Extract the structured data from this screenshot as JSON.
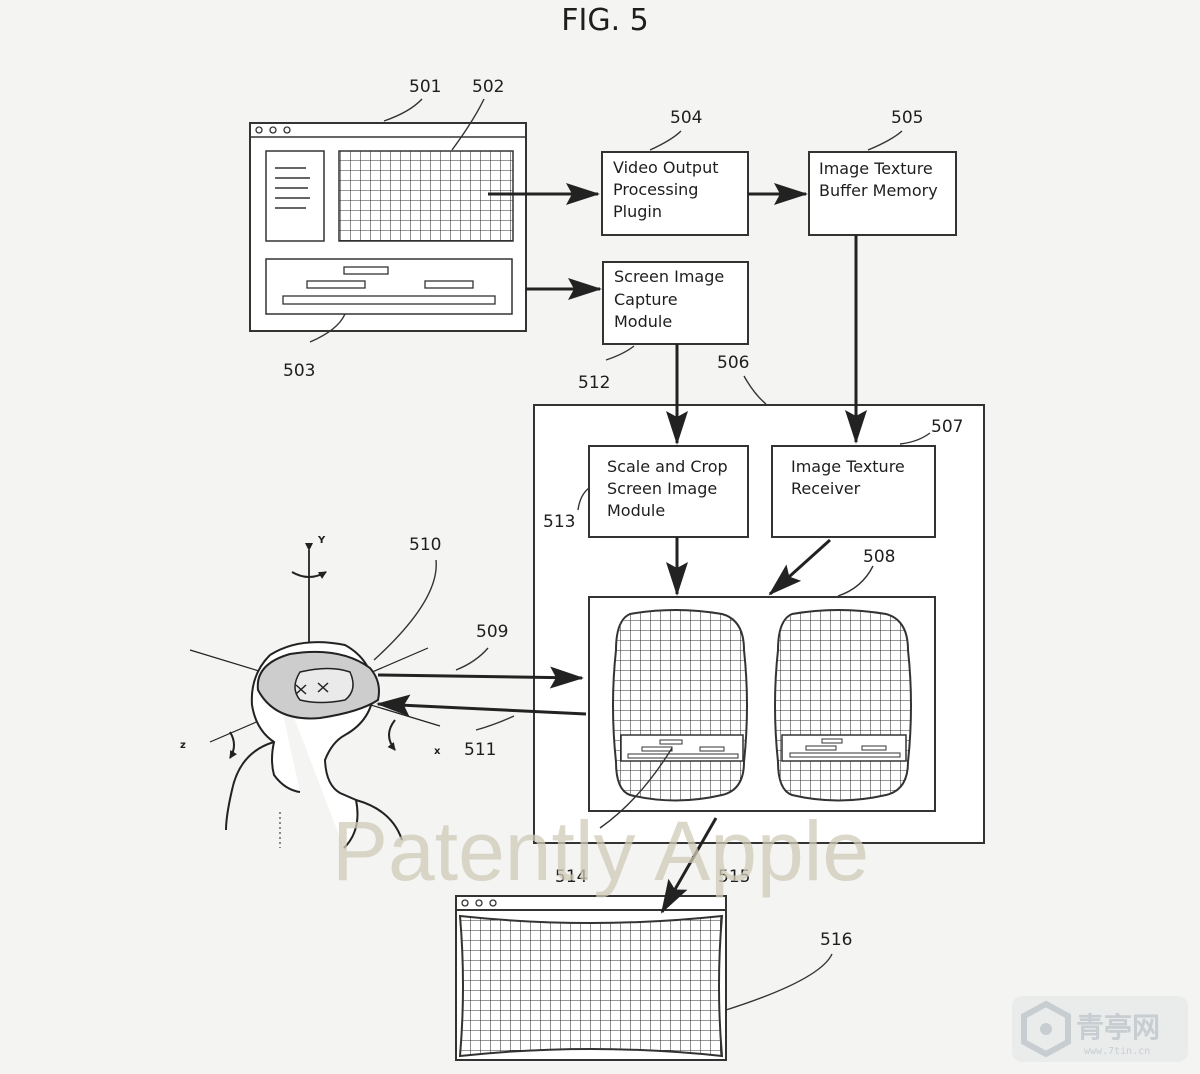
{
  "figure": {
    "title": "FIG. 5"
  },
  "boxes": {
    "video_output": [
      "Video Output",
      "Processing",
      "Plugin"
    ],
    "texture_buffer": [
      "Image Texture",
      "Buffer Memory"
    ],
    "screen_capture": [
      "Screen Image",
      "Capture",
      "Module"
    ],
    "scale_crop": [
      "Scale and Crop",
      "Screen Image",
      "Module"
    ],
    "texture_receiver": [
      "Image Texture",
      "Receiver"
    ]
  },
  "refs": {
    "r501": "501",
    "r502": "502",
    "r503": "503",
    "r504": "504",
    "r505": "505",
    "r506": "506",
    "r507": "507",
    "r508": "508",
    "r509": "509",
    "r510": "510",
    "r511": "511",
    "r512": "512",
    "r513": "513",
    "r514": "514",
    "r515": "515",
    "r516": "516"
  },
  "axes": {
    "x": "x",
    "y": "Y",
    "z": "z"
  },
  "watermark": "Patently Apple",
  "logo": {
    "name": "青亭网",
    "url": "www.7tin.cn"
  }
}
